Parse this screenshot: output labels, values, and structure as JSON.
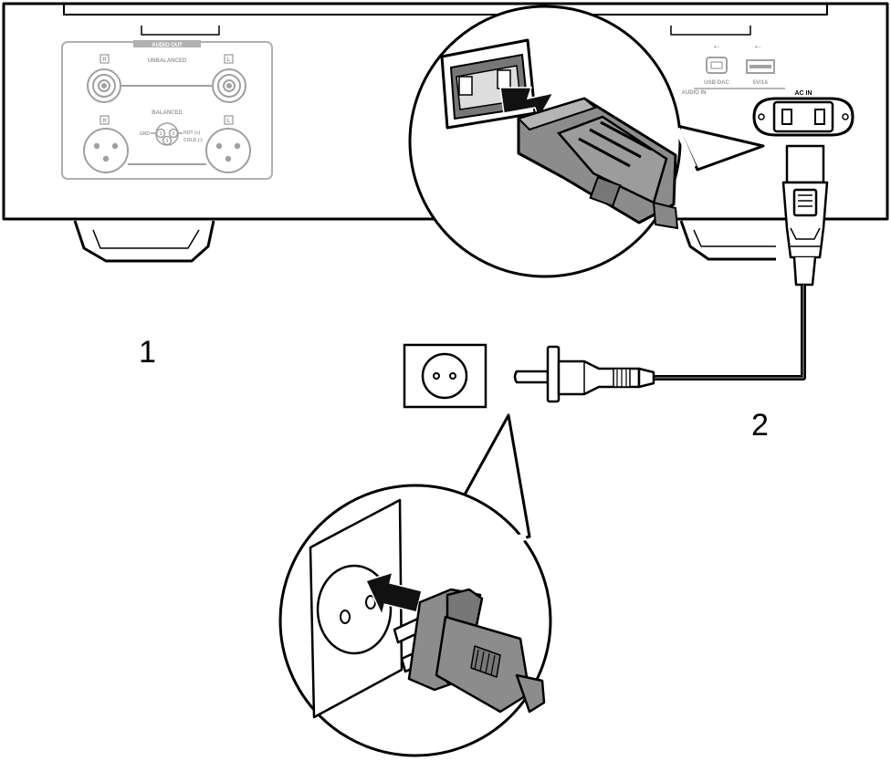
{
  "steps": [
    "1",
    "2"
  ],
  "panel": {
    "audio_out": "AUDIO OUT",
    "unbalanced": "UNBALANCED",
    "balanced": "BALANCED",
    "channel_l": "L",
    "channel_r": "R",
    "gnd": "GND",
    "hot": "HOT (+)",
    "cold": "COLD (-)",
    "pin_1": "1",
    "pin_2": "2",
    "pin_3": "3",
    "usb_dac": "USB-DAC",
    "usb_power": "5V/1A",
    "audio_in": "AUDIO IN",
    "ac_in": "AC IN"
  },
  "colors": {
    "ink": "#000000",
    "panel_gray": "#a8a8a8",
    "plug_gray": "#8c8c8c",
    "paper": "#ffffff"
  }
}
